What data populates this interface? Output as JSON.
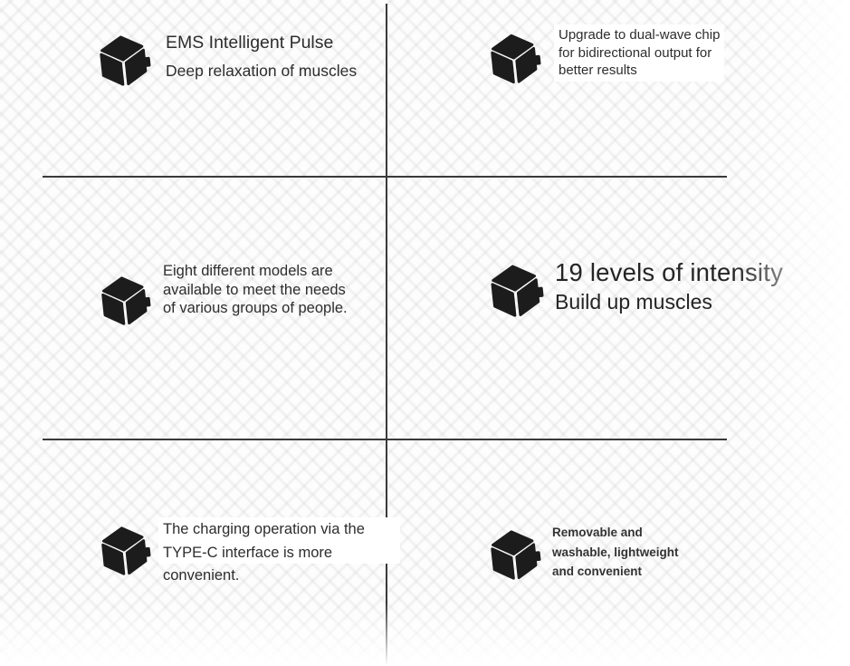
{
  "colors": {
    "ink": "#2d2d2d",
    "icon": "#1c1c1c",
    "divider": "#3a3a3a"
  },
  "features": {
    "ems_pulse": {
      "title": "EMS Intelligent Pulse",
      "subtitle": "Deep relaxation of muscles"
    },
    "dual_wave": {
      "lines": [
        "Upgrade to dual-wave chip",
        "for bidirectional output for",
        "better results"
      ]
    },
    "eight_models": {
      "lines": [
        "Eight different models are",
        "available to meet the needs",
        "of various groups of people."
      ]
    },
    "intensity": {
      "title": "19 levels of intensity",
      "subtitle": "Build up muscles"
    },
    "type_c": {
      "lines": [
        "The charging operation via the",
        "TYPE-C interface is more",
        "convenient."
      ]
    },
    "washable": {
      "lines": [
        "Removable and",
        "washable, lightweight",
        "and convenient"
      ]
    }
  }
}
